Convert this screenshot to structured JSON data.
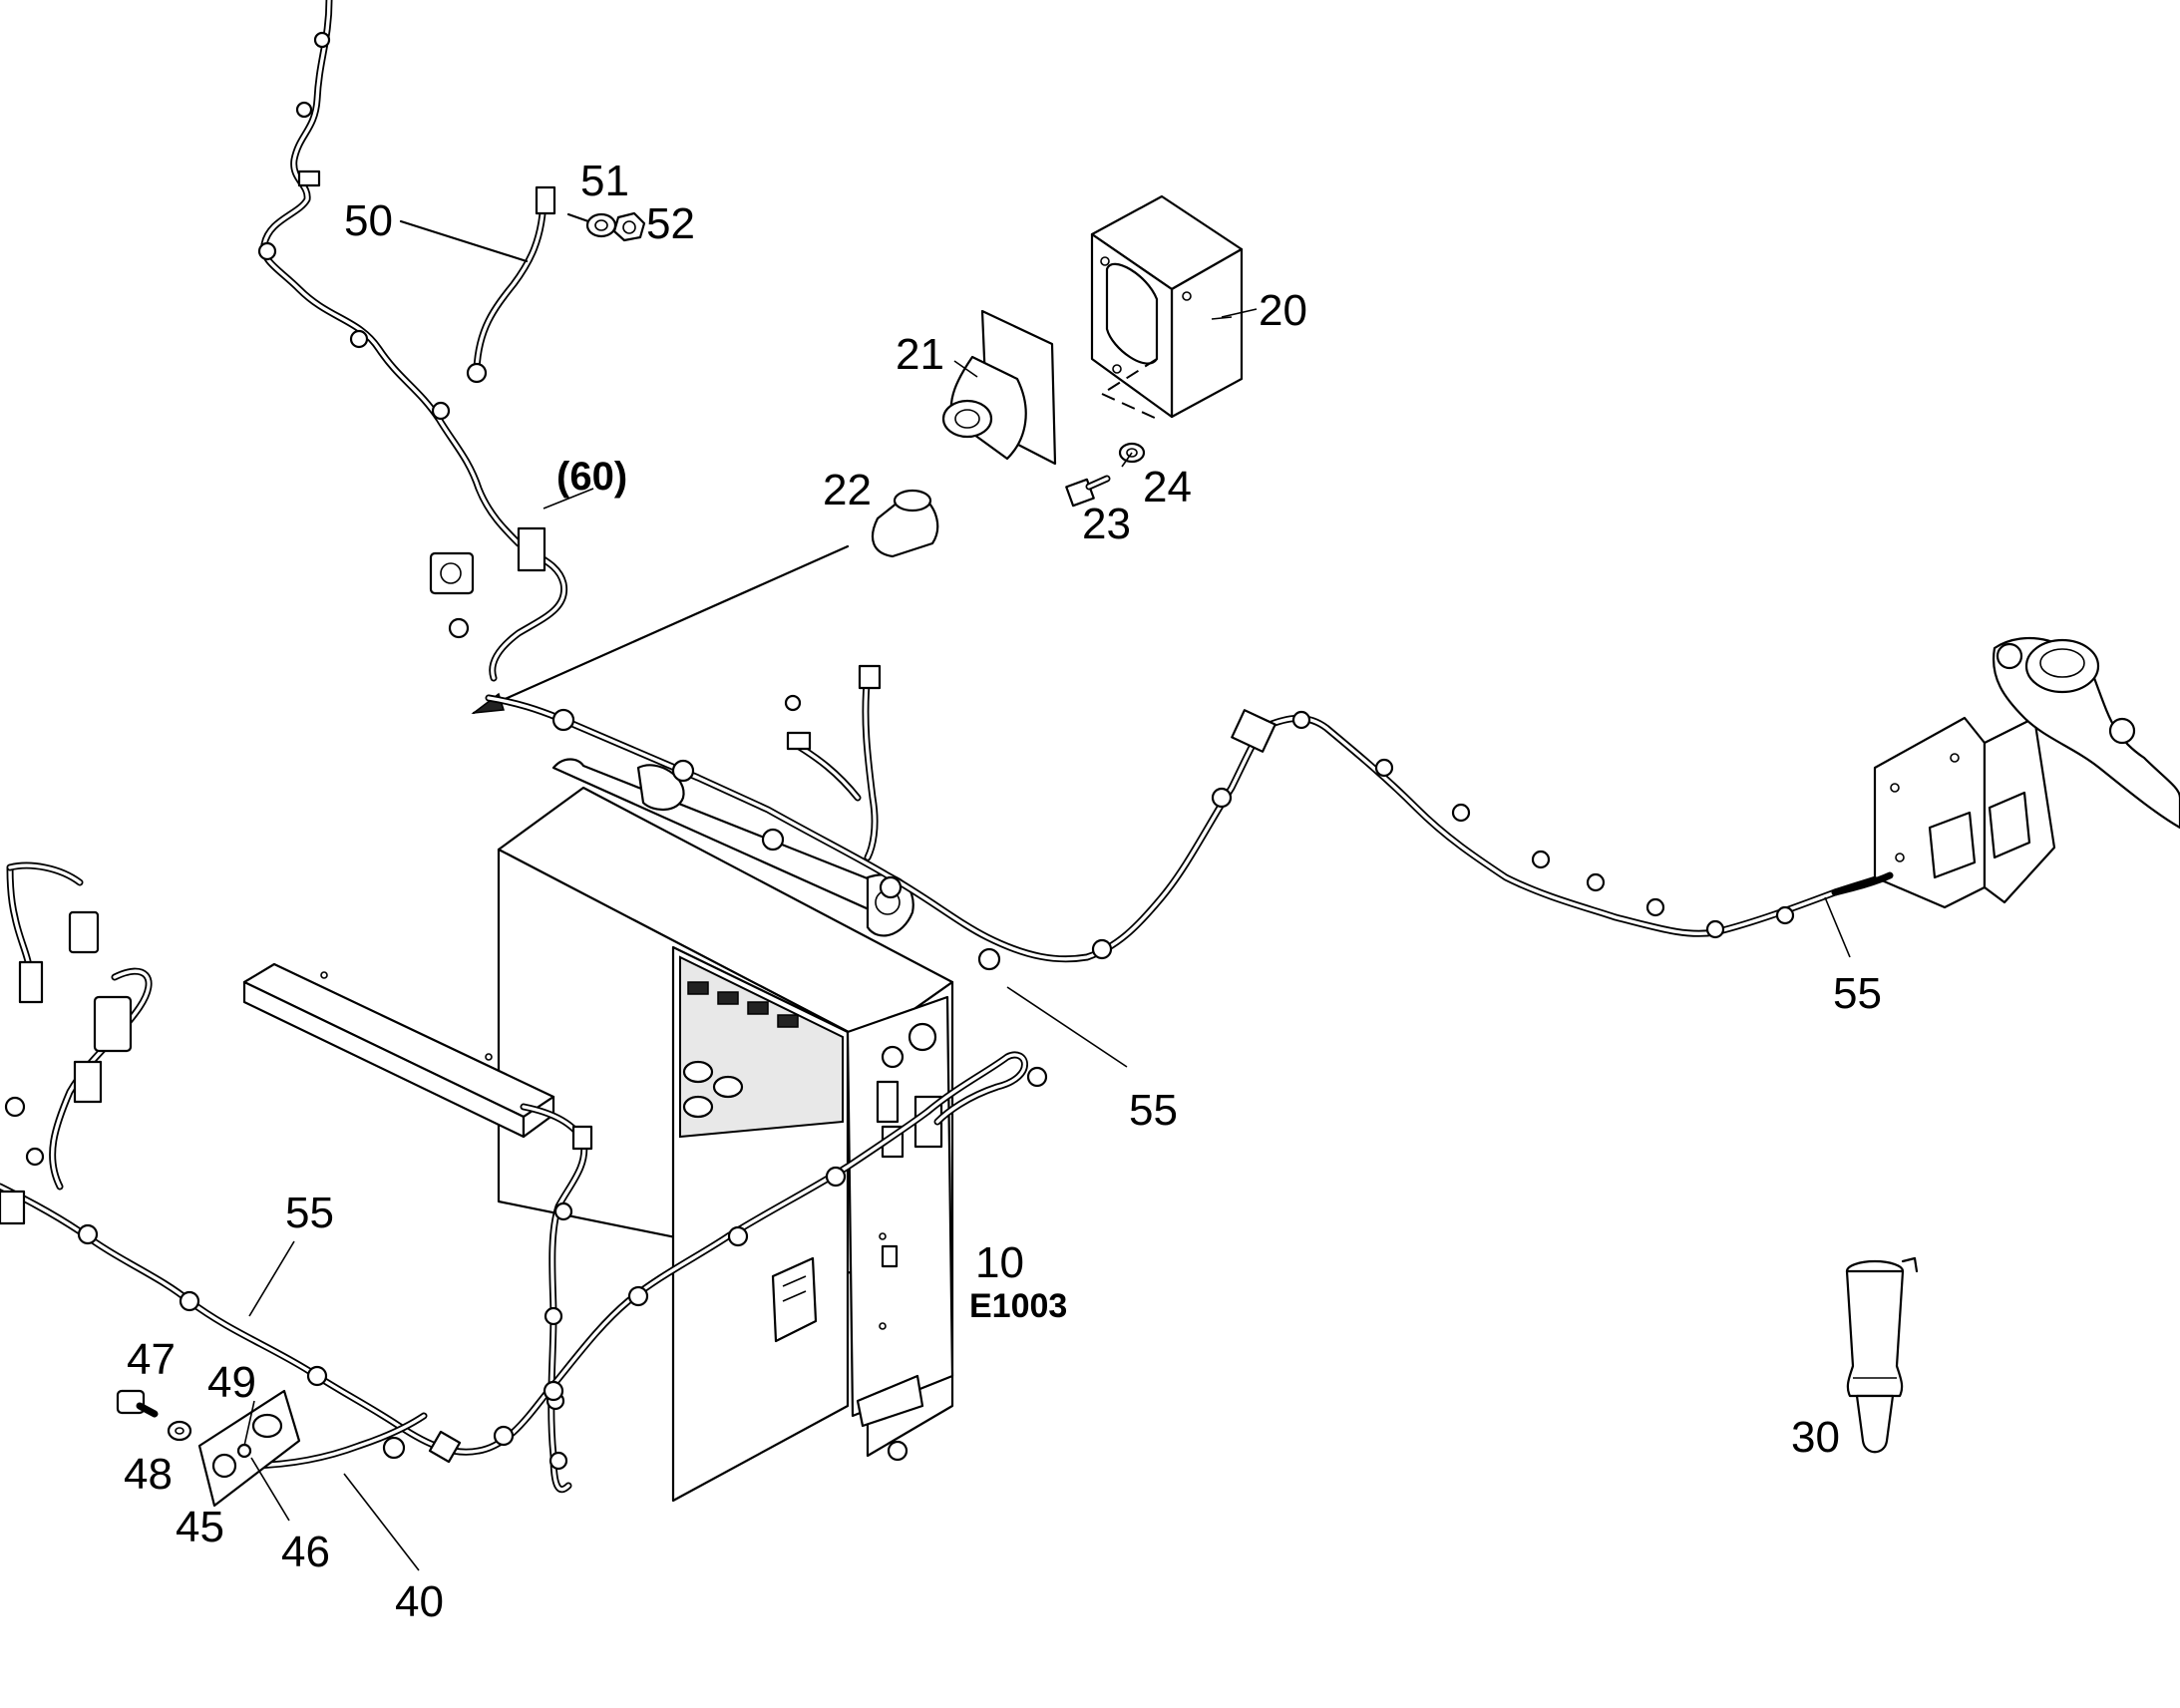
{
  "labels": {
    "item_10": "10",
    "item_e1003": "E1003",
    "item_20": "20",
    "item_21": "21",
    "item_22": "22",
    "item_23": "23",
    "item_24": "24",
    "item_30": "30",
    "item_40": "40",
    "item_45": "45",
    "item_46": "46",
    "item_47": "47",
    "item_48": "48",
    "item_49": "49",
    "item_50": "50",
    "item_51": "51",
    "item_52": "52",
    "item_55_left": "55",
    "item_55_center": "55",
    "item_55_right": "55",
    "item_60": "(60)"
  }
}
